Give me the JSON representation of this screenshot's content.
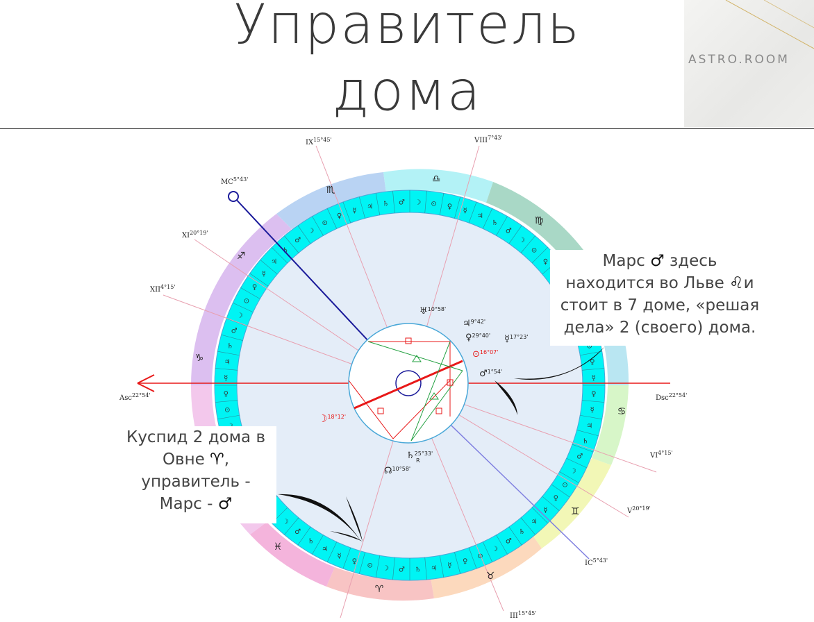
{
  "title": {
    "line1": "Управитель",
    "line2": "дома"
  },
  "brand": {
    "name": "ASTRO.ROOM"
  },
  "annotations": {
    "mars_note": {
      "line1": "Марс",
      "sym1": "♂",
      "line1b": "здесь",
      "line2": "находится во Льве",
      "sym2": "♌",
      "line2b": "и",
      "line3": "стоит в 7 доме, «решая",
      "line4": "дела» 2 (своего) дома."
    },
    "cusp_note": {
      "line1": "Куспид 2 дома в",
      "line2": "Овне",
      "sym1": "♈",
      "line2b": ",",
      "line3": "управитель -",
      "line4": "Марс -",
      "sym2": "♂"
    }
  },
  "houses": [
    {
      "label": "Asc",
      "degree": "22°54'"
    },
    {
      "label": "Dsc",
      "degree": "22°54'"
    },
    {
      "label": "MC",
      "degree": "5°43'"
    },
    {
      "label": "IC",
      "degree": "5°43'"
    },
    {
      "label": "IX",
      "degree": "15°45'"
    },
    {
      "label": "VIII",
      "degree": "7°43'"
    },
    {
      "label": "XI",
      "degree": "20°19'"
    },
    {
      "label": "XII",
      "degree": "4°15'"
    },
    {
      "label": "VI",
      "degree": "4°15'"
    },
    {
      "label": "V",
      "degree": "20°19'"
    },
    {
      "label": "III",
      "degree": "15°45'"
    }
  ],
  "planets": [
    {
      "glyph": "♅",
      "degree": "10°58'"
    },
    {
      "glyph": "♃",
      "degree": "9°42'"
    },
    {
      "glyph": "♀",
      "degree": "29°40'"
    },
    {
      "glyph": "☿",
      "degree": "17°23'"
    },
    {
      "glyph": "⊙",
      "degree": "16°07'"
    },
    {
      "glyph": "♂",
      "degree": "1°54'"
    },
    {
      "glyph": "☽",
      "degree": "18°12'"
    },
    {
      "glyph": "♄",
      "degree": "25°33'",
      "retro": "R"
    },
    {
      "glyph": "☊",
      "degree": "10°58'"
    }
  ],
  "signs": [
    "♎",
    "♍",
    "♐",
    "♑",
    "♋",
    "♊",
    "♉",
    "♈",
    "♓",
    "♏"
  ],
  "colors": {
    "cyan_ring": "#00ffff",
    "inner_disc": "#e4edf8",
    "axis_red": "#e81818",
    "mc_blue": "#1a1a9a",
    "house_line": "#e8a0b0"
  }
}
